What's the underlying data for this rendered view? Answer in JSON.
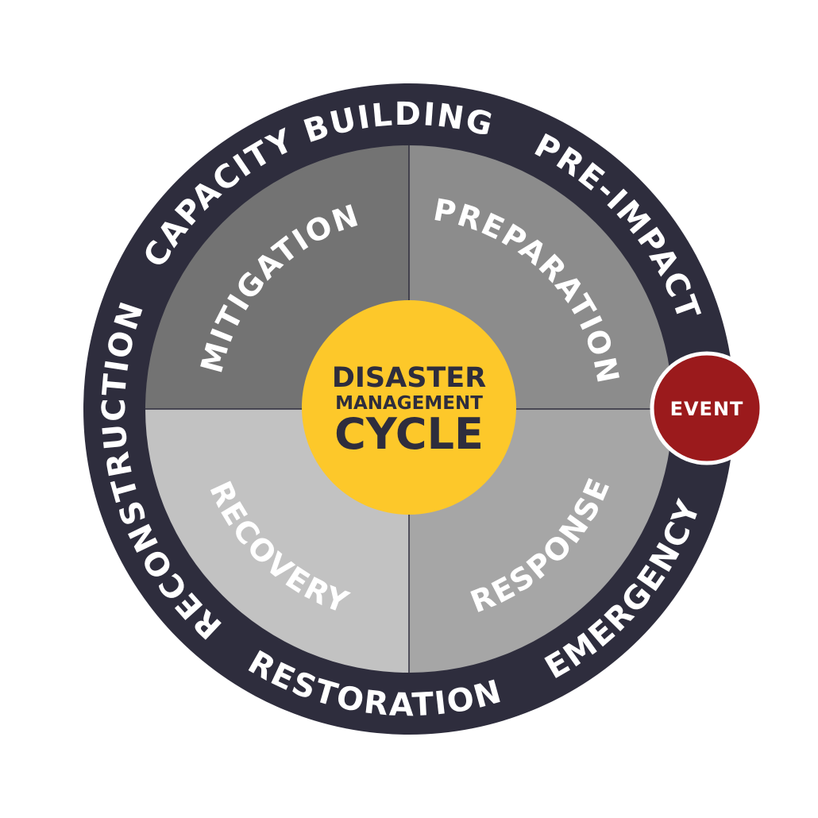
{
  "title": {
    "line1": "DISASTER",
    "line2": "MANAGEMENT",
    "line3": "CYCLE"
  },
  "phases": [
    {
      "label": "MITIGATION",
      "color": "#737373"
    },
    {
      "label": "PREPARATION",
      "color": "#8c8c8c"
    },
    {
      "label": "RESPONSE",
      "color": "#a6a6a6"
    },
    {
      "label": "RECOVERY",
      "color": "#c2c2c2"
    }
  ],
  "outer_ring": {
    "color": "#2e2d3d",
    "labels": {
      "capacity_building": "CAPACITY BUILDING",
      "pre_impact": "PRE-IMPACT",
      "emergency": "EMERGENCY",
      "restoration": "RESTORATION",
      "reconstruction": "RECONSTRUCTION"
    }
  },
  "event": {
    "label": "EVENT",
    "color": "#9b1a1c"
  },
  "center_color": "#fdc82a"
}
